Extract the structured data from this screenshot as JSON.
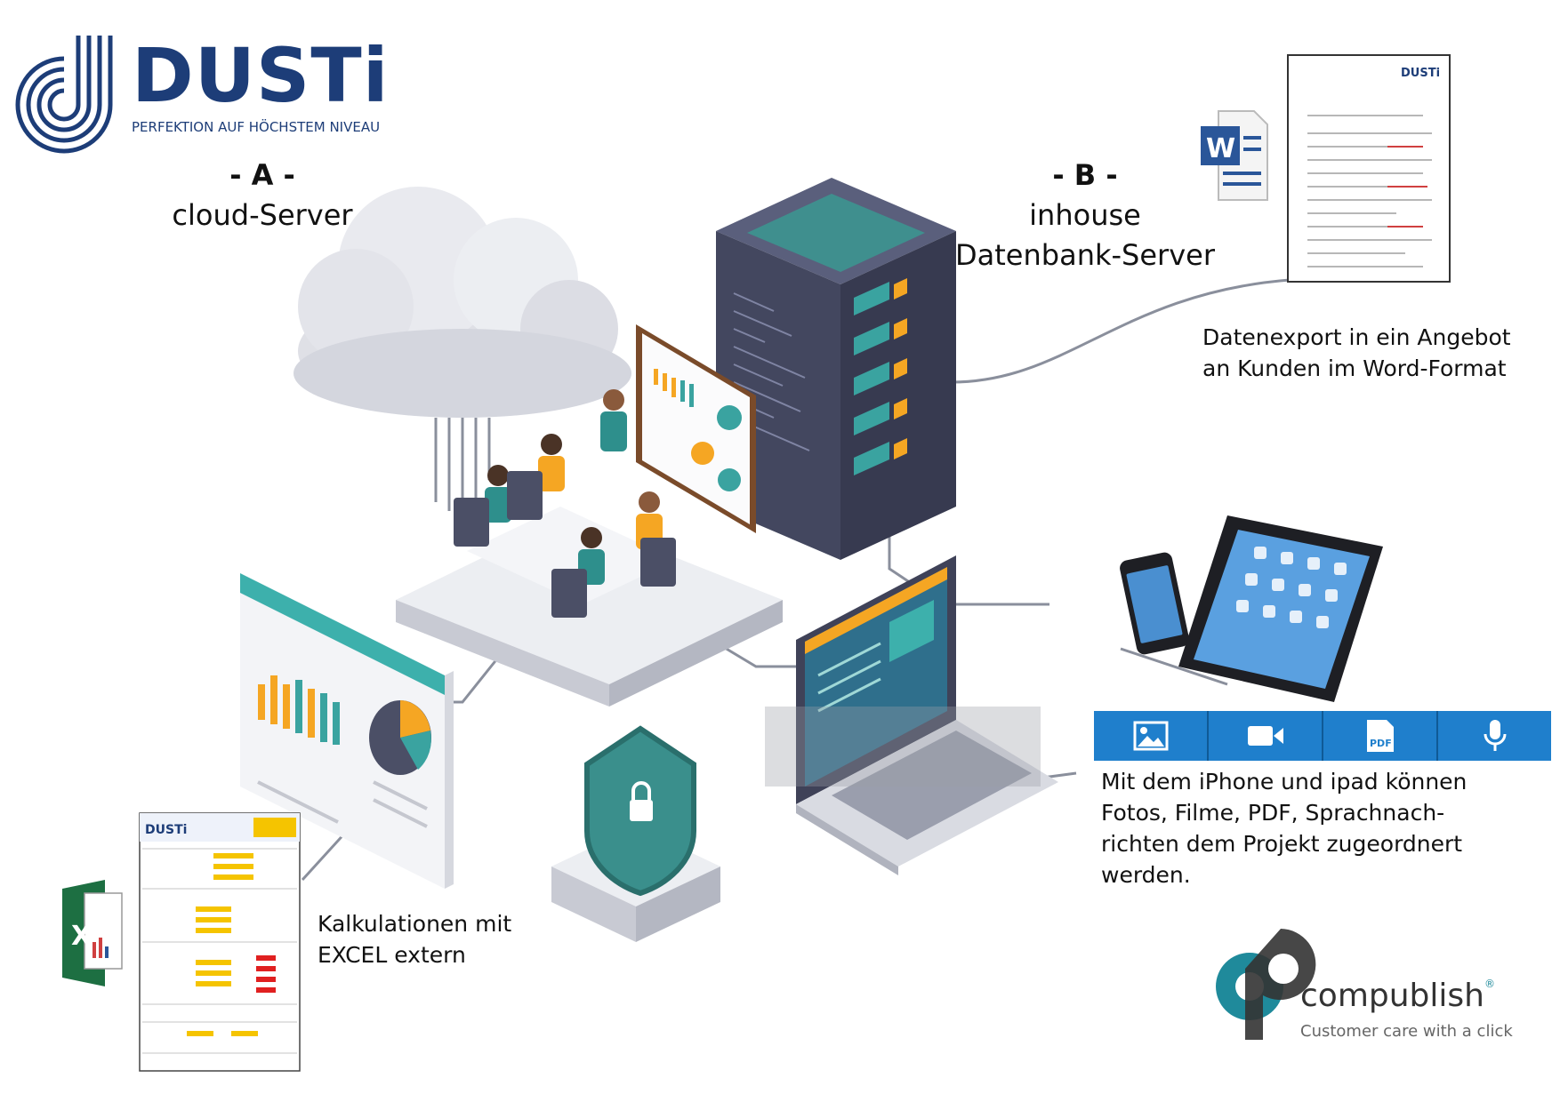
{
  "dusti_logo": {
    "name": "DUSTi",
    "tagline": "PERFEKTION AUF HÖCHSTEM NIVEAU"
  },
  "section_a": {
    "marker": "- A -",
    "title": "cloud-Server"
  },
  "section_b": {
    "marker": "- B -",
    "title_line1": "inhouse",
    "title_line2": "Datenbank-Server"
  },
  "word_doc": {
    "icon": "word-doc-icon",
    "caption_line1": "Datenexport in ein Angebot",
    "caption_line2": "an Kunden im Word-Format"
  },
  "excel": {
    "icon": "excel-icon",
    "caption_line1": "Kalkulationen mit",
    "caption_line2": "EXCEL extern"
  },
  "mobile": {
    "toolbar_icons": [
      "image-icon",
      "video-icon",
      "pdf-icon",
      "microphone-icon"
    ],
    "pdf_label": "PDF",
    "caption_line1": "Mit dem iPhone und ipad können",
    "caption_line2": "Fotos, Filme, PDF, Sprachnach-",
    "caption_line3": "richten dem Projekt zugeordnert",
    "caption_line4": "werden."
  },
  "compublish": {
    "name": "compublish",
    "registered": "®",
    "tagline": "Customer care with a click"
  },
  "colors": {
    "brand_blue": "#1d3d78",
    "toolbar_blue": "#1f7fcc",
    "teal": "#2e8f8c",
    "server": "#4a4f6a",
    "orange": "#f5a623"
  }
}
